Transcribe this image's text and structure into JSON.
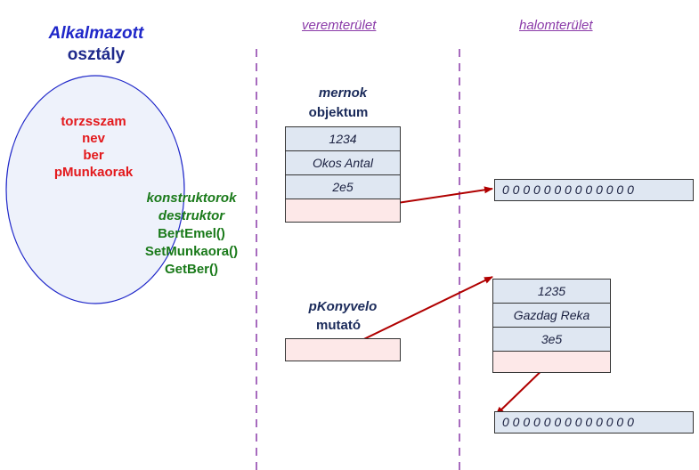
{
  "class": {
    "title": "Alkalmazott",
    "subtitle": "osztály",
    "members": [
      "torzsszam",
      "nev",
      "ber",
      "pMunkaorak"
    ],
    "methods_italic": [
      "konstruktorok",
      "destruktor"
    ],
    "methods": [
      "BertEmel()",
      "SetMunkaora()",
      "GetBer()"
    ]
  },
  "areas": {
    "stack": "veremterület",
    "heap": "halomterület"
  },
  "mernok": {
    "name": "mernok",
    "kind": "objektum",
    "fields": [
      "1234",
      "Okos Antal",
      "2e5",
      ""
    ]
  },
  "pKonyvelo": {
    "name": "pKonyvelo",
    "kind": "mutató"
  },
  "heap_object": {
    "fields": [
      "1235",
      "Gazdag Reka",
      "3e5",
      ""
    ]
  },
  "arrays": {
    "first": "0 0 0 0 0 0 0 0 0 0 0 0 0",
    "second": "0 0 0 0 0 0 0 0 0 0 0 0 0"
  },
  "colors": {
    "arrow": "#b00000",
    "divider": "#8a3aa8",
    "ellipse_fill": "#eef2fb",
    "ellipse_stroke": "#1f27c9"
  }
}
